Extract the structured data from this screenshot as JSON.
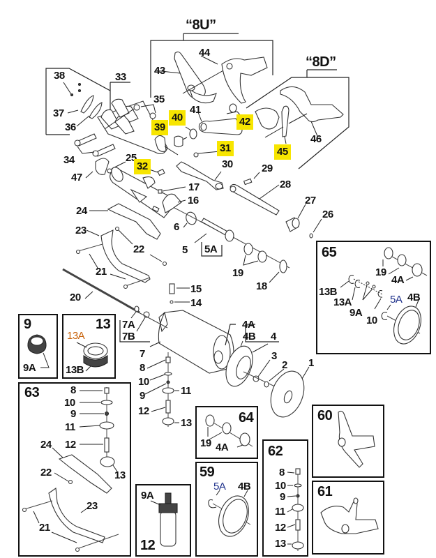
{
  "diagram": {
    "title": "Exploded parts diagram",
    "highlight_color": "#f7e500",
    "group_labels": {
      "g8u": "“8U”",
      "g8d": "“8D”"
    },
    "callouts": {
      "c1": "1",
      "c2": "2",
      "c3": "3",
      "c4": "4",
      "c4a": "4A",
      "c4b": "4B",
      "c5": "5",
      "c5a": "5A",
      "c6": "6",
      "c7": "7",
      "c7a": "7A",
      "c7b": "7B",
      "c8": "8",
      "c9": "9",
      "c10": "10",
      "c11": "11",
      "c12": "12",
      "c13": "13",
      "c14": "14",
      "c15": "15",
      "c16": "16",
      "c17": "17",
      "c18": "18",
      "c19": "19",
      "c20": "20",
      "c21": "21",
      "c22": "22",
      "c23": "23",
      "c24": "24",
      "c25": "25",
      "c26": "26",
      "c27": "27",
      "c28": "28",
      "c29": "29",
      "c30": "30",
      "c31": "31",
      "c32": "32",
      "c33": "33",
      "c34": "34",
      "c35": "35",
      "c36": "36",
      "c37": "37",
      "c38": "38",
      "c39": "39",
      "c40": "40",
      "c41": "41",
      "c42": "42",
      "c43": "43",
      "c44": "44",
      "c45": "45",
      "c46": "46",
      "c47": "47"
    },
    "highlighted_parts": [
      "31",
      "32",
      "39",
      "40",
      "42",
      "45"
    ],
    "kits": {
      "k9": {
        "title": "9",
        "labels": [
          "9A"
        ]
      },
      "k13": {
        "title": "13",
        "labels": [
          "13A",
          "13B"
        ]
      },
      "k63": {
        "title": "63",
        "labels": [
          "8",
          "10",
          "9",
          "11",
          "12",
          "13",
          "24",
          "22",
          "23",
          "21"
        ]
      },
      "k12": {
        "title": "12",
        "labels": [
          "9A"
        ]
      },
      "k64": {
        "title": "64",
        "labels": [
          "19",
          "4A"
        ]
      },
      "k59": {
        "title": "59",
        "labels": [
          "5A",
          "4B"
        ]
      },
      "k62": {
        "title": "62",
        "labels": [
          "8",
          "10",
          "9",
          "11",
          "12",
          "13"
        ]
      },
      "k60": {
        "title": "60",
        "labels": []
      },
      "k61": {
        "title": "61",
        "labels": []
      },
      "k65": {
        "title": "65",
        "labels": [
          "19",
          "4A",
          "13B",
          "13A",
          "9A",
          "10",
          "5A",
          "4B"
        ]
      }
    }
  }
}
